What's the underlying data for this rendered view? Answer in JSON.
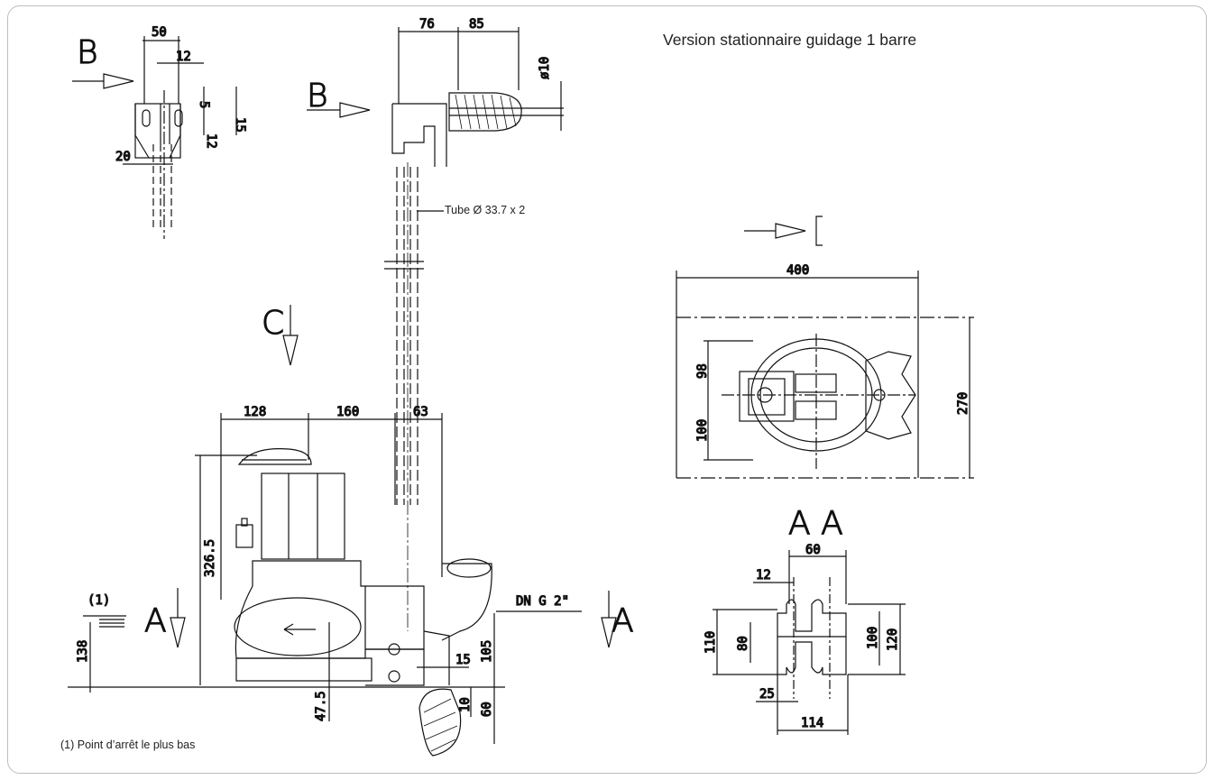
{
  "title": "Version stationnaire guidage 1 barre",
  "footnote": "(1) Point d’arrêt le plus bas",
  "tube_label": "Tube Ø 33.7 x 2",
  "outlet_label": "DN G 2\"",
  "footnote_marker": "(1)",
  "view_labels": {
    "b_detail": "B",
    "b_top": "B",
    "c": "C",
    "a_left": "A",
    "a_right": "A",
    "section": "A A"
  },
  "dimensions": {
    "d50": "50",
    "d12a": "12",
    "d5": "5",
    "d15a": "15",
    "d12b": "12",
    "d20": "20",
    "d76": "76",
    "d85": "85",
    "d10a": "ø10",
    "d128": "128",
    "d160": "160",
    "d63": "63",
    "d326": "326.5",
    "d138": "138",
    "d47": "47.5",
    "d105": "105",
    "d15b": "15",
    "d10b": "10",
    "d60a": "60",
    "d400": "400",
    "d270": "270",
    "d98": "98",
    "d100a": "100",
    "d60b": "60",
    "d12c": "12",
    "d110": "110",
    "d80": "80",
    "d100b": "100",
    "d120": "120",
    "d25": "25",
    "d114": "114"
  }
}
